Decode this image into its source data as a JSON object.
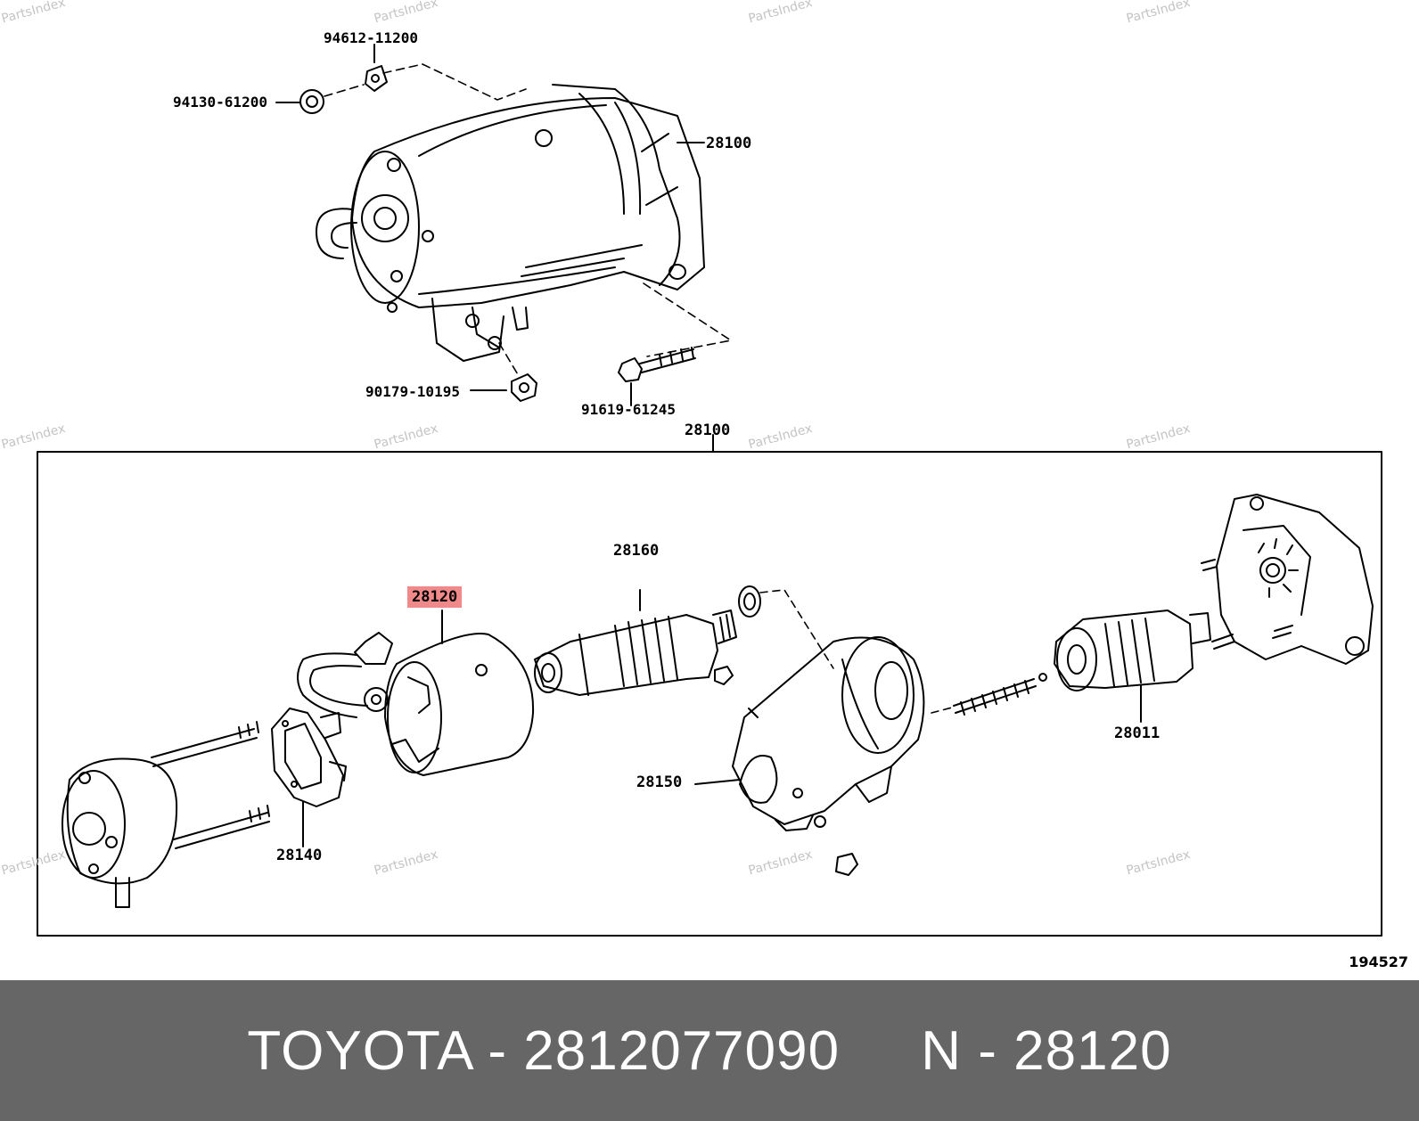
{
  "watermark": "PartsIndex",
  "callouts": {
    "nut": "94130-61200",
    "washer": "94612-11200",
    "starter_assy": "28100",
    "terminal_nut": "90179-10195",
    "bolt": "91619-61245",
    "group_label": "28100",
    "armature": "28160",
    "yoke": "28120",
    "brush_holder": "28140",
    "housing": "28150",
    "clutch": "28011"
  },
  "highlight_color": "#f08a8a",
  "diagram_ref": "194527",
  "footer": {
    "brand": "TOYOTA",
    "part_number": "2812077090",
    "ref_prefix": "N",
    "ref_number": "28120"
  }
}
